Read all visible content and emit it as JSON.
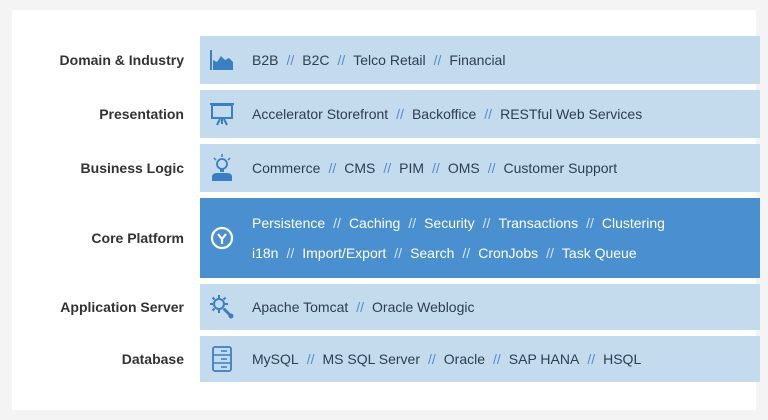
{
  "layers": [
    {
      "label": "Domain & Industry",
      "icon": "bar-chart-icon",
      "lines": [
        [
          "B2B",
          "B2C",
          "Telco Retail",
          "Financial"
        ]
      ]
    },
    {
      "label": "Presentation",
      "icon": "presentation-board-icon",
      "lines": [
        [
          "Accelerator Storefront",
          "Backoffice",
          "RESTful Web Services"
        ]
      ]
    },
    {
      "label": "Business Logic",
      "icon": "lightbulb-person-icon",
      "lines": [
        [
          "Commerce",
          "CMS",
          "PIM",
          "OMS",
          "Customer Support"
        ]
      ]
    },
    {
      "label": "Core Platform",
      "icon": "hybris-logo-icon",
      "lines": [
        [
          "Persistence",
          "Caching",
          "Security",
          "Transactions",
          "Clustering"
        ],
        [
          "i18n",
          "Import/Export",
          "Search",
          "CronJobs",
          "Task Queue"
        ]
      ]
    },
    {
      "label": "Application Server",
      "icon": "gears-icon",
      "lines": [
        [
          "Apache Tomcat",
          "Oracle Weblogic"
        ]
      ]
    },
    {
      "label": "Database",
      "icon": "server-icon",
      "lines": [
        [
          "MySQL",
          "MS SQL Server",
          "Oracle",
          "SAP HANA",
          "HSQL"
        ]
      ]
    }
  ],
  "separator": "//",
  "colors": {
    "bar": "#c4daed",
    "core_bar": "#4a8fd0",
    "accent": "#4f8fd0",
    "text": "#2c3e50"
  }
}
